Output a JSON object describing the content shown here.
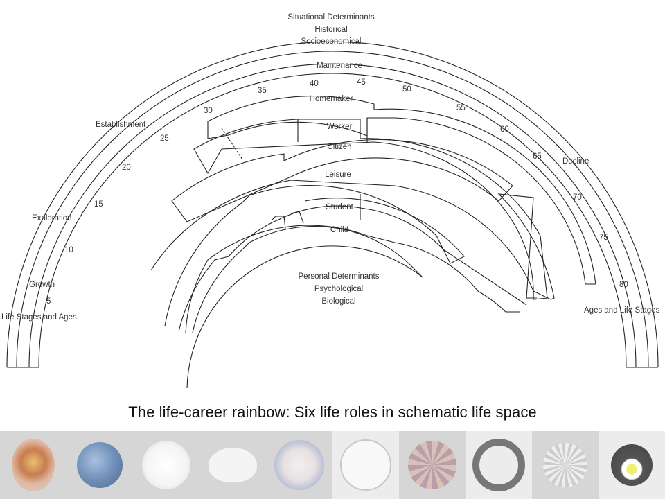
{
  "header_labels": [
    "Situational Determinants",
    "Historical",
    "Socioeconomical"
  ],
  "footer_labels": [
    "Personal Determinants",
    "Psychological",
    "Biological"
  ],
  "stages": {
    "growth": "Growth",
    "exploration": "Exploration",
    "establishment": "Establishment",
    "maintenance": "Maintenance",
    "decline": "Decline"
  },
  "left_axis_label": "Life Stages and Ages",
  "right_axis_label": "Ages and Life Stages",
  "ages": [
    "5",
    "10",
    "15",
    "20",
    "25",
    "30",
    "35",
    "40",
    "45",
    "50",
    "55",
    "60",
    "65",
    "70",
    "75",
    "80"
  ],
  "roles": [
    "Homemaker",
    "Worker",
    "Citizen",
    "Leisure",
    "Student",
    "Child"
  ],
  "caption": "The life-career rainbow: Six life roles in schematic life space",
  "thumbnails": [
    "brain-scan",
    "globe",
    "lamp",
    "white-bowl",
    "vote-button",
    "tambourine",
    "rose-window",
    "ring",
    "saw-blade",
    "frying-pan"
  ]
}
